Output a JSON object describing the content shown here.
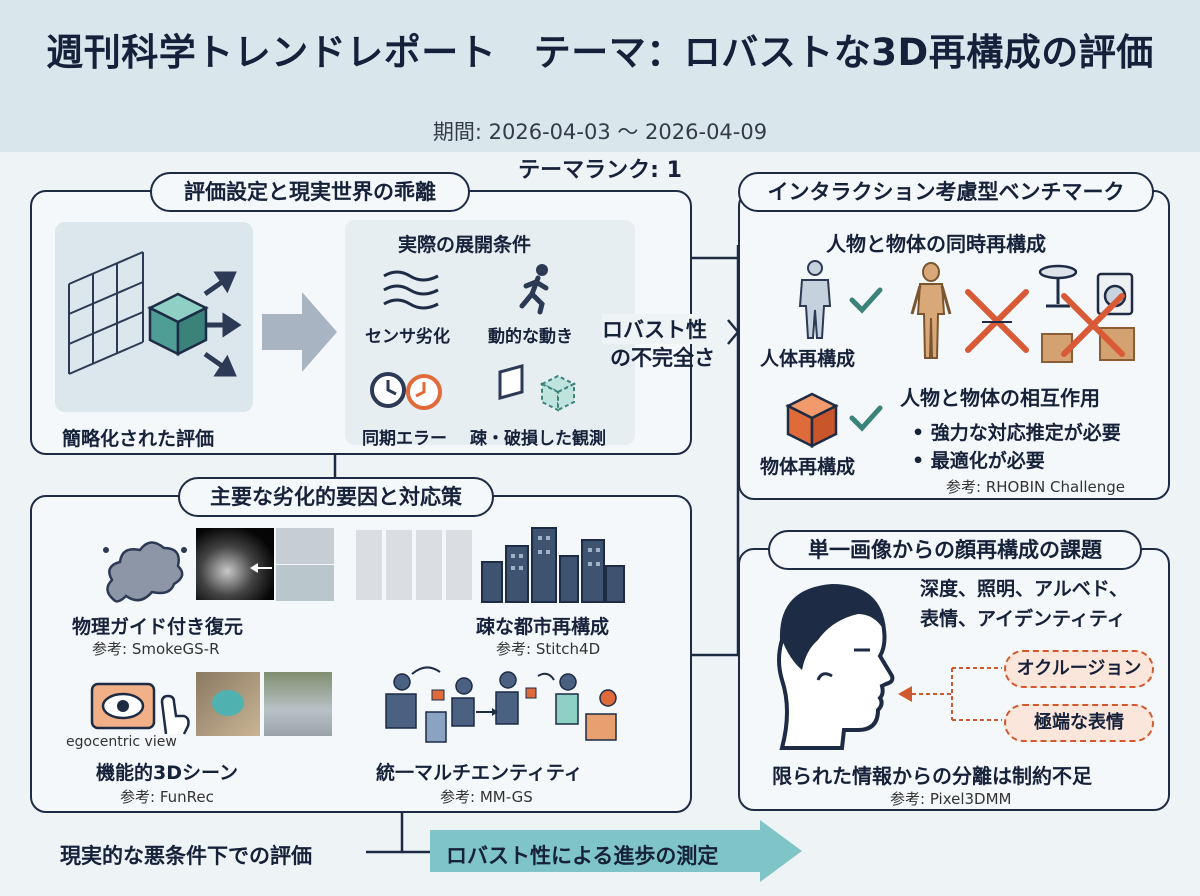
{
  "header": {
    "title": "週刊科学トレンドレポート　テーマ：ロバストな3D再構成の評価",
    "period": "期間: 2026-04-03 〜 2026-04-09",
    "rank": "テーマランク: 1"
  },
  "panel_eval": {
    "title": "評価設定と現実世界の乖離",
    "simplified_label": "簡略化された評価",
    "real_title": "実際の展開条件",
    "conditions": [
      "センサ劣化",
      "動的な動き",
      "同期エラー",
      "疎・破損した観測"
    ]
  },
  "robust_gap": {
    "line1": "ロバスト性",
    "line2": "の不完全さ"
  },
  "panel_factors": {
    "title": "主要な劣化的要因と対応策",
    "items": [
      {
        "label": "物理ガイド付き復元",
        "ref": "参考: SmokeGS-R"
      },
      {
        "label": "疎な都市再構成",
        "ref": "参考: Stitch4D"
      },
      {
        "label": "機能的3Dシーン",
        "ref": "参考: FunRec",
        "sub": "egocentric view"
      },
      {
        "label": "統一マルチエンティティ",
        "ref": "参考: MM-GS"
      }
    ]
  },
  "panel_interaction": {
    "title": "インタラクション考慮型ベンチマーク",
    "subtitle": "人物と物体の同時再構成",
    "human_label": "人体再構成",
    "object_label": "物体再構成",
    "interaction_title": "人物と物体の相互作用",
    "bullets": [
      "• 強力な対応推定が必要",
      "• 最適化が必要"
    ],
    "ref": "参考: RHOBIN Challenge"
  },
  "panel_face": {
    "title": "単一画像からの顔再構成の課題",
    "factors_line1": "深度、照明、アルベド、",
    "factors_line2": "表情、アイデンティティ",
    "pill1": "オクルージョン",
    "pill2": "極端な表情",
    "conclusion": "限られた情報からの分離は制約不足",
    "ref": "参考: Pixel3DMM"
  },
  "bottom": {
    "left": "現実的な悪条件下での評価",
    "arrow": "ロバスト性による進歩の測定"
  },
  "colors": {
    "navy": "#1d2b45",
    "teal": "#5fa8a2",
    "orange": "#e06b3a",
    "arrow": "#7fc4c6"
  }
}
